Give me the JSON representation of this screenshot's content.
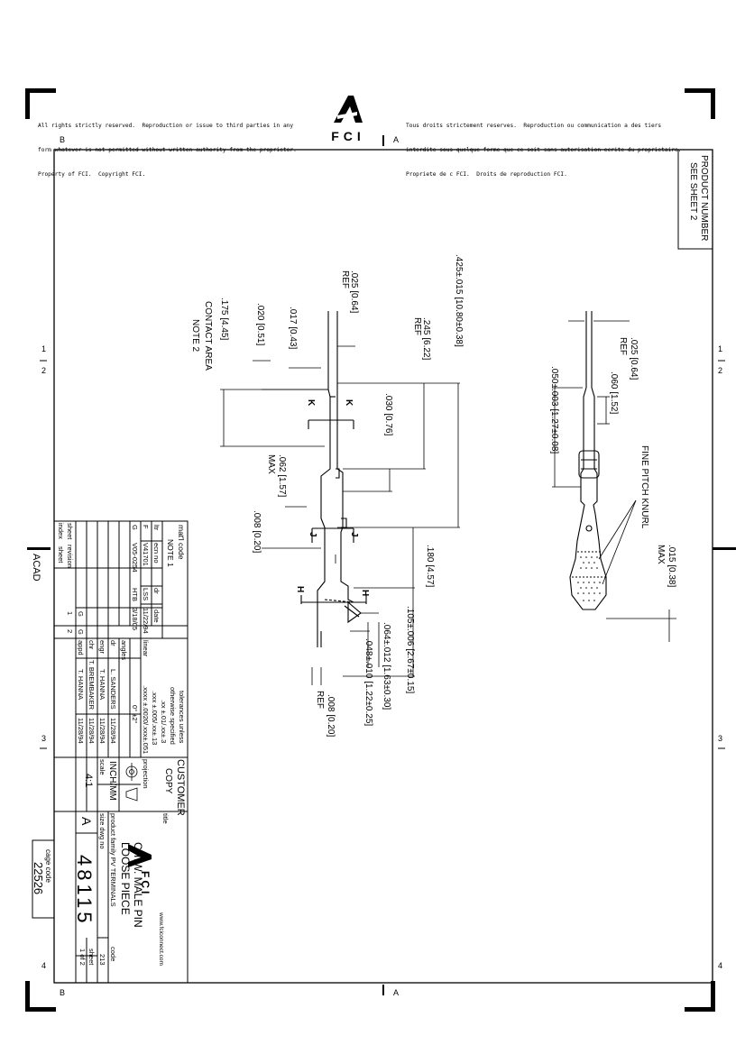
{
  "header": {
    "left_lines": [
      "All rights strictly reserved.  Reproduction or issue to third parties in any",
      "form whatever is not permitted without written authority from the proprietor.",
      "Property of FCI.  Copyright FCI."
    ],
    "right_lines": [
      "Tous droits strictement reserves.  Reproduction ou communication a des tiers",
      "interdite sous quelque forme que ce soit sans autorisation ecrite du proprietaire.",
      "Propriete de c FCI.  Droits de reproduction FCI."
    ],
    "logo_text": "FCI"
  },
  "zones": {
    "b": "B",
    "a": "A",
    "n1": "1",
    "n2": "2",
    "n3": "3",
    "n4": "4"
  },
  "side_label": "ACAD",
  "product_box": {
    "line1": "PRODUCT NUMBER",
    "line2": "SEE SHEET 2"
  },
  "cage": {
    "label": "cage code",
    "value": "22526"
  },
  "dims": {
    "d1": ".425±.015 [10.80±0.38]",
    "d2": ".025 [0.64]",
    "d2b": "REF",
    "d3": ".245 [6.22]",
    "d3b": "REF",
    "d4": ".017 [0.43]",
    "d5": ".020 [0.51]",
    "d6": ".175 [4.45]",
    "d6b": "CONTACT AREA",
    "d6c": "NOTE 2",
    "d7": ".030 [0.76]",
    "d8": ".062 [1.57]",
    "d8b": "MAX",
    "d9": ".008 [0.20]",
    "d10": ".180 [4.57]",
    "d11": ".105±.006 [2.67±0.15]",
    "d12": ".064±.012 [1.63±0.30]",
    "d13": ".048±.010 [1.22±0.25]",
    "d14": ".008 [0.20]",
    "d14b": "REF",
    "r1": ".025 [0.64]",
    "r1b": "REF",
    "r2": ".060 [1.52]",
    "r3": ".050±.003 [1.27±0.08]",
    "r4": "FINE PITCH KNURL",
    "r5": ".015 [0.38]",
    "r5b": "MAX",
    "k": "K",
    "j": "J",
    "h": "H"
  },
  "title_block": {
    "matl_code": "mat'l code",
    "note1": "NOTE 1",
    "rev_headers": [
      "ltr",
      "ecn no",
      "dr",
      "date"
    ],
    "rev_rows": [
      [
        "F",
        "V41701",
        "LSS",
        "11/22/94"
      ],
      [
        "G",
        "V05-0254",
        "HTB",
        "3/18/05"
      ]
    ],
    "sheet_label": "sheet",
    "revision_label": "revision",
    "index_label": "index",
    "sheet2_label": "sheet",
    "sheet_nums": [
      "1",
      "2"
    ],
    "sheet_revs": [
      "G",
      "G"
    ],
    "tol_title1": "tolerances unless",
    "tol_title2": "otherwise specified",
    "linear": "linear",
    "angles": "angles",
    "tol1": ".xx  ±.01/.xx±.3",
    "tol2": ".xxx ±.005/.xx±.13",
    "tol3": ".xxxx ±.0020/.xxx±.051",
    "tol4": "0° ±2°",
    "approvals": [
      [
        "dr",
        "L. SANDERS",
        "11/28/94"
      ],
      [
        "engr",
        "T. HANNA",
        "11/28/94"
      ],
      [
        "chr",
        "T. BREMBAKER",
        "11/28/94"
      ],
      [
        "appd",
        "T. HANNA",
        "11/28/94"
      ]
    ],
    "customer": "CUSTOMER",
    "copy": "COPY",
    "projection": "projection",
    "units": "INCH/MM",
    "scale_label": "scale",
    "scale": "4:1",
    "title_label": "title",
    "logo": "FCI",
    "title1": "C.T.W. MALE PIN",
    "title2": "LOOSE PIECE",
    "website": "www.fciconnect.com",
    "product_family": "product family PV TERMINALS",
    "code_label": "code",
    "code": "213",
    "size_label": "size dwg no",
    "size": "A",
    "dwg_no": "48115",
    "sheet_of_label": "sheet",
    "sheet_of": "1 of 2"
  }
}
